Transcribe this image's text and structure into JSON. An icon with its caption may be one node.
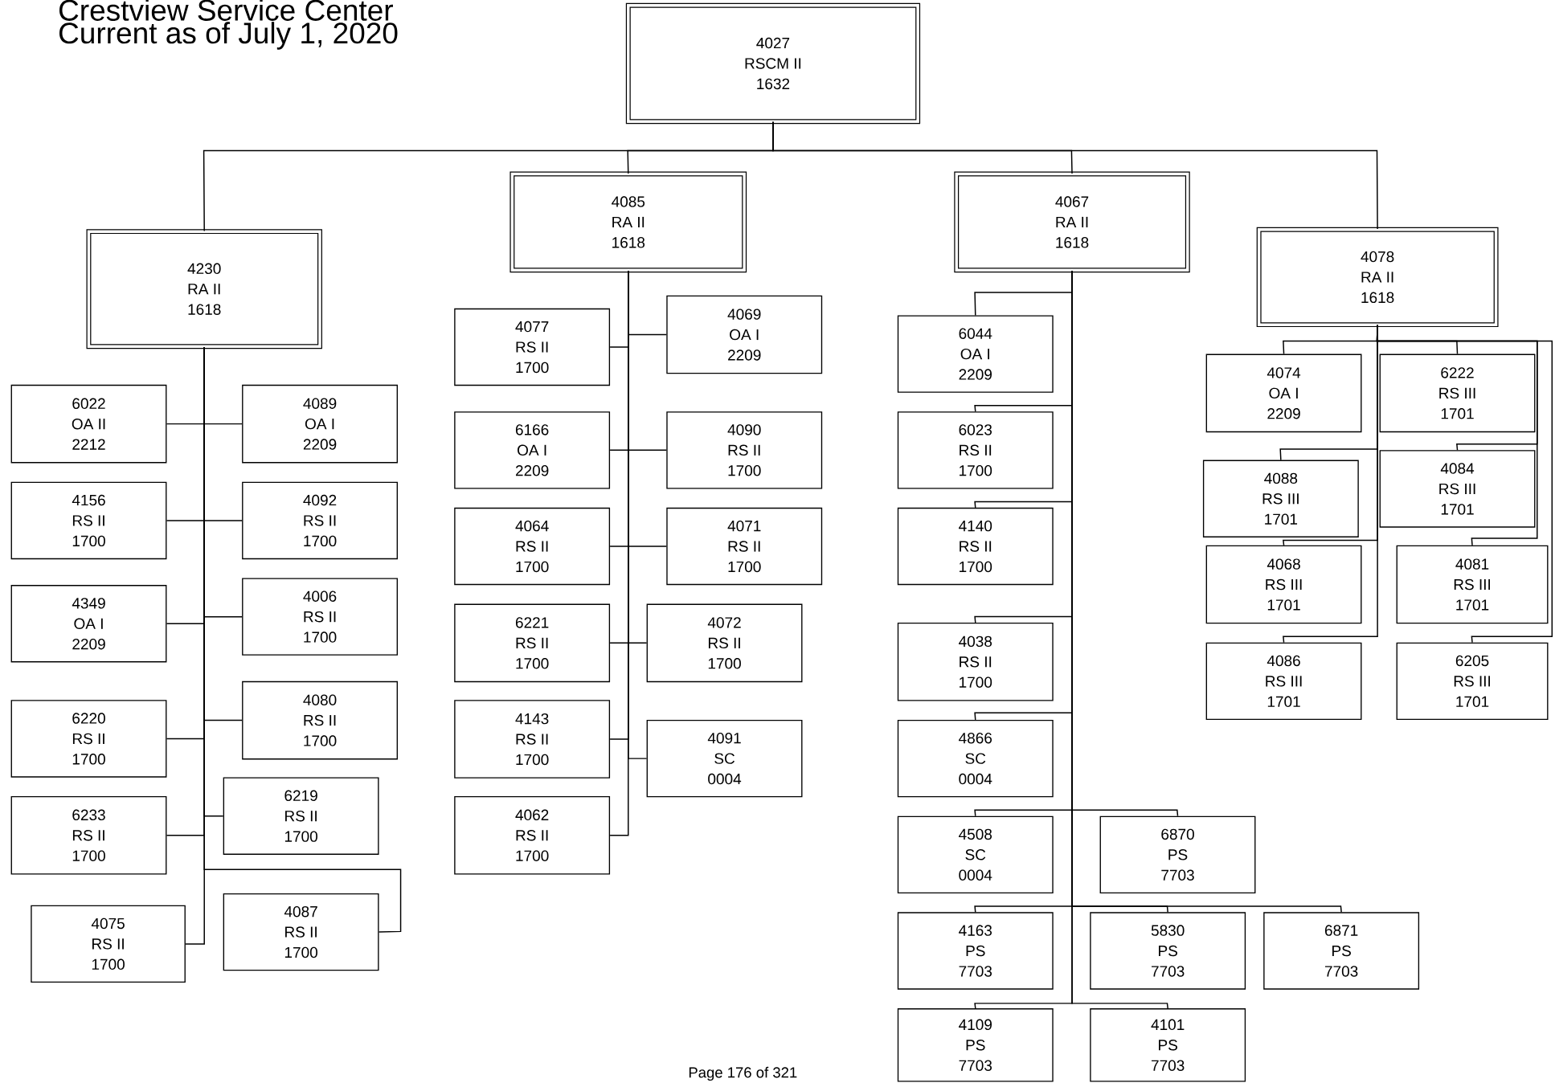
{
  "diagram": {
    "title": "Crestview Service Center",
    "nodes": [
      {
        "text": [
          "4027",
          "RSCM II",
          "1632"
        ]
      },
      {
        "text": [
          "4230",
          "RA II",
          "1618"
        ]
      },
      {
        "text": [
          "4085",
          "RA II",
          "1618"
        ]
      },
      {
        "text": [
          "4067",
          "RA II",
          "1618"
        ]
      },
      {
        "text": [
          "4078",
          "RA II",
          "1618"
        ]
      },
      {
        "text": [
          "6022",
          "OA II",
          "2212"
        ]
      },
      {
        "text": [
          "4089",
          "OA I",
          "2209"
        ]
      },
      {
        "text": [
          "4156",
          "RS II",
          "1700"
        ]
      },
      {
        "text": [
          "4092",
          "RS II",
          "1700"
        ]
      },
      {
        "text": [
          "4349",
          "OA I",
          "2209"
        ]
      },
      {
        "text": [
          "4006",
          "RS II",
          "1700"
        ]
      },
      {
        "text": [
          "6220",
          "RS II",
          "1700"
        ]
      },
      {
        "text": [
          "4080",
          "RS II",
          "1700"
        ]
      },
      {
        "text": [
          "6233",
          "RS II",
          "1700"
        ]
      },
      {
        "text": [
          "6219",
          "RS II",
          "1700"
        ]
      },
      {
        "text": [
          "4075",
          "RS II",
          "1700"
        ]
      },
      {
        "text": [
          "4087",
          "RS II",
          "1700"
        ]
      },
      {
        "text": [
          "4077",
          "RS II",
          "1700"
        ]
      },
      {
        "text": [
          "4069",
          "OA I",
          "2209"
        ]
      },
      {
        "text": [
          "6166",
          "OA I",
          "2209"
        ]
      },
      {
        "text": [
          "4090",
          "RS II",
          "1700"
        ]
      },
      {
        "text": [
          "4064",
          "RS II",
          "1700"
        ]
      },
      {
        "text": [
          "4071",
          "RS II",
          "1700"
        ]
      },
      {
        "text": [
          "6221",
          "RS II",
          "1700"
        ]
      },
      {
        "text": [
          "4072",
          "RS II",
          "1700"
        ]
      },
      {
        "text": [
          "4143",
          "RS II",
          "1700"
        ]
      },
      {
        "text": [
          "4091",
          "SC",
          "0004"
        ]
      },
      {
        "text": [
          "4062",
          "RS II",
          "1700"
        ]
      },
      {
        "text": [
          "6044",
          "OA I",
          "2209"
        ]
      },
      {
        "text": [
          "6023",
          "RS II",
          "1700"
        ]
      },
      {
        "text": [
          "4140",
          "RS II",
          "1700"
        ]
      },
      {
        "text": [
          "4038",
          "RS II",
          "1700"
        ]
      },
      {
        "text": [
          "4866",
          "SC",
          "0004"
        ]
      },
      {
        "text": [
          "4508",
          "SC",
          "0004"
        ]
      },
      {
        "text": [
          "6870",
          "PS",
          "7703"
        ]
      },
      {
        "text": [
          "4163",
          "PS",
          "7703"
        ]
      },
      {
        "text": [
          "5830",
          "PS",
          "7703"
        ]
      },
      {
        "text": [
          "6871",
          "PS",
          "7703"
        ]
      },
      {
        "text": [
          "4109",
          "PS",
          "7703"
        ]
      },
      {
        "text": [
          "4101",
          "PS",
          "7703"
        ]
      },
      {
        "text": [
          "4074",
          "OA I",
          "2209"
        ]
      },
      {
        "text": [
          "6222",
          "RS III",
          "1701"
        ]
      },
      {
        "text": [
          "4088",
          "RS III",
          "1701"
        ]
      },
      {
        "text": [
          "4084",
          "RS III",
          "1701"
        ]
      },
      {
        "text": [
          "4068",
          "RS III",
          "1701"
        ]
      },
      {
        "text": [
          "4081",
          "RS III",
          "1701"
        ]
      },
      {
        "text": [
          "4086",
          "RS III",
          "1701"
        ]
      },
      {
        "text": [
          "6205",
          "RS III",
          "1701"
        ]
      }
    ],
    "edges": [
      {
        "from": 0,
        "to": 1,
        "arrow": "none"
      },
      {
        "from": 0,
        "to": 2,
        "arrow": "none"
      },
      {
        "from": 0,
        "to": 3,
        "arrow": "none"
      },
      {
        "from": 0,
        "to": 4,
        "arrow": "none"
      },
      {
        "from": 1,
        "to": 5,
        "arrow": "none"
      },
      {
        "from": 1,
        "to": 6,
        "arrow": "none"
      },
      {
        "from": 1,
        "to": 7,
        "arrow": "none"
      },
      {
        "from": 1,
        "to": 8,
        "arrow": "none"
      },
      {
        "from": 1,
        "to": 9,
        "arrow": "none"
      },
      {
        "from": 1,
        "to": 10,
        "arrow": "none"
      },
      {
        "from": 1,
        "to": 11,
        "arrow": "none"
      },
      {
        "from": 1,
        "to": 12,
        "arrow": "none"
      },
      {
        "from": 1,
        "to": 13,
        "arrow": "none"
      },
      {
        "from": 1,
        "to": 14,
        "arrow": "none"
      },
      {
        "from": 1,
        "to": 15,
        "arrow": "none"
      },
      {
        "from": 1,
        "to": 16,
        "arrow": "none"
      },
      {
        "from": 2,
        "to": 17,
        "arrow": "none"
      },
      {
        "from": 2,
        "to": 18,
        "arrow": "none"
      },
      {
        "from": 2,
        "to": 19,
        "arrow": "none"
      },
      {
        "from": 2,
        "to": 20,
        "arrow": "none"
      },
      {
        "from": 2,
        "to": 21,
        "arrow": "none"
      },
      {
        "from": 2,
        "to": 22,
        "arrow": "none"
      },
      {
        "from": 2,
        "to": 23,
        "arrow": "none"
      },
      {
        "from": 2,
        "to": 24,
        "arrow": "none"
      },
      {
        "from": 2,
        "to": 25,
        "arrow": "none"
      },
      {
        "from": 2,
        "to": 26,
        "arrow": "none"
      },
      {
        "from": 2,
        "to": 27,
        "arrow": "none"
      },
      {
        "from": 3,
        "to": 28,
        "arrow": "none"
      },
      {
        "from": 3,
        "to": 29,
        "arrow": "none"
      },
      {
        "from": 3,
        "to": 30,
        "arrow": "none"
      },
      {
        "from": 3,
        "to": 31,
        "arrow": "none"
      },
      {
        "from": 3,
        "to": 32,
        "arrow": "none"
      },
      {
        "from": 3,
        "to": 33,
        "arrow": "none"
      },
      {
        "from": 3,
        "to": 34,
        "arrow": "none"
      },
      {
        "from": 3,
        "to": 35,
        "arrow": "none"
      },
      {
        "from": 3,
        "to": 36,
        "arrow": "none"
      },
      {
        "from": 3,
        "to": 37,
        "arrow": "none"
      },
      {
        "from": 3,
        "to": 38,
        "arrow": "none"
      },
      {
        "from": 3,
        "to": 39,
        "arrow": "none"
      },
      {
        "from": 4,
        "to": 40,
        "arrow": "none"
      },
      {
        "from": 4,
        "to": 41,
        "arrow": "none"
      },
      {
        "from": 4,
        "to": 42,
        "arrow": "none"
      },
      {
        "from": 4,
        "to": 43,
        "arrow": "none"
      },
      {
        "from": 4,
        "to": 44,
        "arrow": "none"
      },
      {
        "from": 4,
        "to": 45,
        "arrow": "none"
      },
      {
        "from": 4,
        "to": 46,
        "arrow": "none"
      },
      {
        "from": 4,
        "to": 47,
        "arrow": "none"
      }
    ],
    "labels": [
      "Current as of July 1, 2020",
      "Page 176 of 321"
    ]
  }
}
